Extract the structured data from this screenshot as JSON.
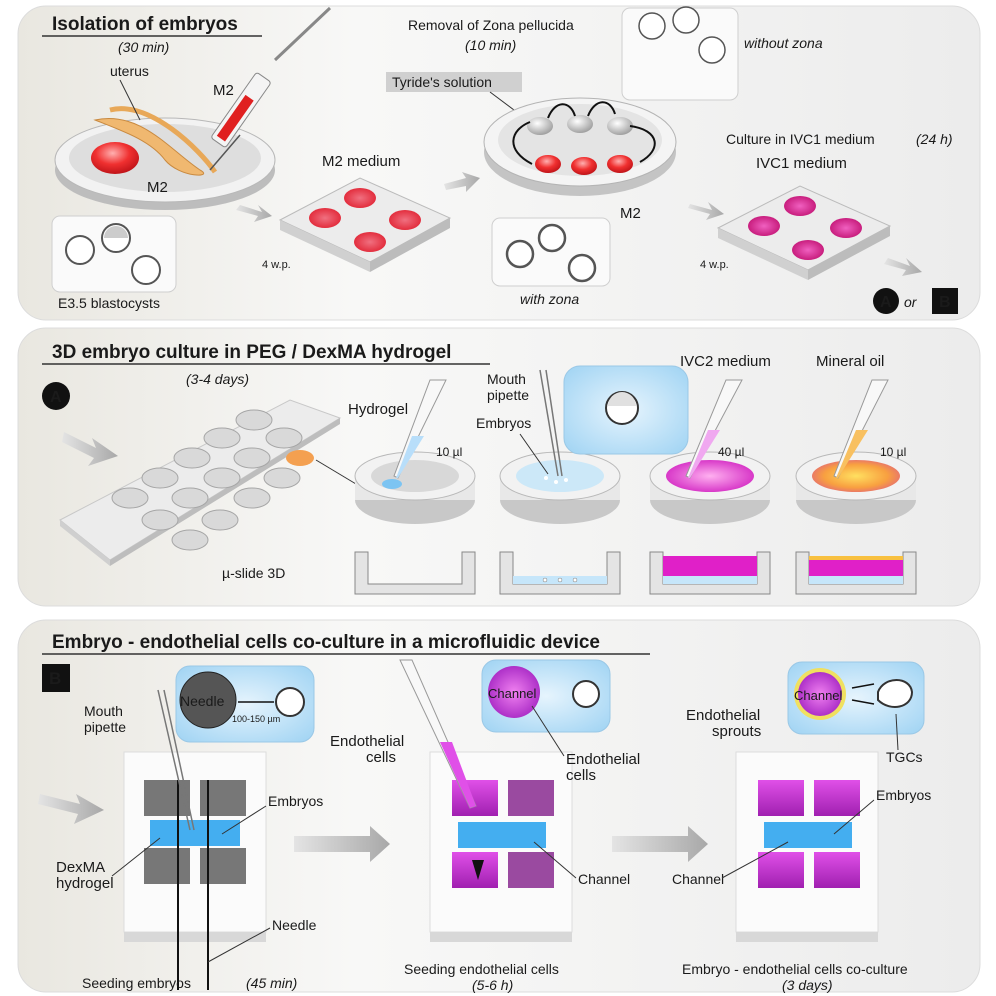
{
  "panel1": {
    "title": "Isolation of embryos",
    "time": "(30 min)",
    "uterus": "uterus",
    "m2_syringe": "M2",
    "m2_dish": "M2",
    "blastocysts": "E3.5 blastocysts",
    "m2_medium": "M2 medium",
    "wp1": "4 w.p.",
    "zona_title": "Removal of Zona pellucida",
    "zona_time": "(10 min)",
    "tyride": "Tyride's solution",
    "without_zona": "without zona",
    "with_zona": "with zona",
    "m2_zona": "M2",
    "culture_label": "Culture in IVC1 medium",
    "culture_time": "(24 h)",
    "ivc1": "IVC1 medium",
    "wp2": "4 w.p.",
    "badge_a": "A",
    "or": "or",
    "badge_b": "B"
  },
  "panel2": {
    "title": "3D embryo culture in PEG / DexMA hydrogel",
    "time": "(3-4 days)",
    "badge": "A",
    "slide": "µ-slide 3D",
    "hydrogel": "Hydrogel",
    "vol_hydrogel": "10 µl",
    "mouth_pipette_1": "Mouth",
    "mouth_pipette_2": "pipette",
    "embryos": "Embryos",
    "ivc2": "IVC2 medium",
    "vol_ivc2": "40 µl",
    "mineral_oil": "Mineral oil",
    "vol_oil": "10 µl"
  },
  "panel3": {
    "title": "Embryo - endothelial cells co-culture in a microfluidic device",
    "badge": "B",
    "needle_callout": "Needle",
    "distance": "100-150 µm",
    "mouth_1": "Mouth",
    "mouth_2": "pipette",
    "embryos_1": "Embryos",
    "dexma_1": "DexMA",
    "dexma_2": "hydrogel",
    "needle": "Needle",
    "seeding_embryos": "Seeding embryos",
    "seeding_time": "(45 min)",
    "channel_callout_1": "Channel",
    "endo_left_1": "Endothelial",
    "endo_left_2": "cells",
    "endo_right_1": "Endothelial",
    "endo_right_2": "cells",
    "channel_1": "Channel",
    "seeding_endo": "Seeding endothelial cells",
    "seeding_endo_time": "(5-6 h)",
    "channel_callout_2": "Channel",
    "sprouts_1": "Endothelial",
    "sprouts_2": "sprouts",
    "tgcs": "TGCs",
    "embryos_2": "Embryos",
    "channel_2": "Channel",
    "coculture": "Embryo - endothelial cells co-culture",
    "coculture_time": "(3 days)"
  },
  "colors": {
    "m2_red": "#e8222a",
    "hydrogel_blue": "#1e90e8",
    "ivc_magenta": "#c020d0",
    "oil_orange": "#c87820",
    "endo_orange": "#c07820"
  }
}
